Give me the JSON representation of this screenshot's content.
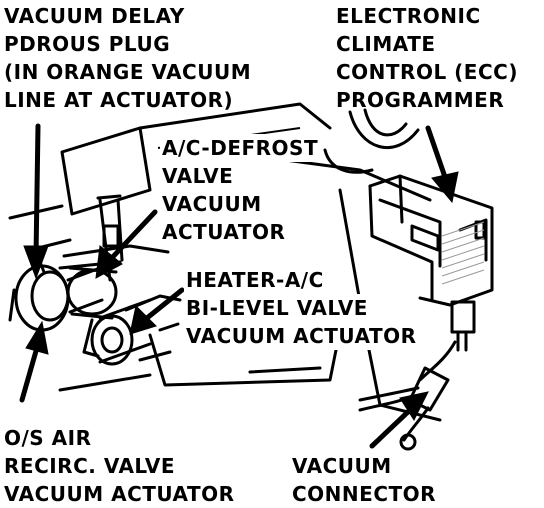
{
  "colors": {
    "ink": "#000000",
    "paper": "#ffffff",
    "shade": "#9a9a9a"
  },
  "labels": {
    "porous_plug": [
      "VACUUM DELAY",
      "PDROUS PLUG",
      "(IN ORANGE VACUUM",
      "LINE AT ACTUATOR)"
    ],
    "ecc": [
      "ELECTRONIC",
      "CLIMATE",
      "CONTROL (ECC)",
      "PROGRAMMER"
    ],
    "defrost": [
      "A/C-DEFROST",
      "VALVE",
      "VACUUM",
      "ACTUATOR"
    ],
    "heater": [
      "HEATER-A/C",
      "BI-LEVEL VALVE",
      "VACUUM ACTUATOR"
    ],
    "os_air": [
      "O/S AIR",
      "RECIRC.  VALVE",
      "VACUUM ACTUATOR"
    ],
    "connector": [
      "VACUUM",
      "CONNECTOR"
    ]
  }
}
